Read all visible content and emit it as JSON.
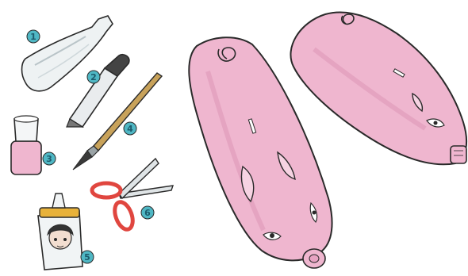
{
  "colors": {
    "pig_pink": "#efb6cf",
    "pig_shadow": "#dd97b8",
    "badge_fill": "#4fb7c4",
    "badge_text": "#1b5a6b",
    "scissor_handle": "#e0463f",
    "marker_cap": "#444444",
    "brush_handle": "#c8a25a",
    "glue_cap": "#e8b23a",
    "outline": "#2a2a2a"
  },
  "steps": [
    {
      "number": "1",
      "icon": "plastic-bottle-icon"
    },
    {
      "number": "2",
      "icon": "marker-pen-icon"
    },
    {
      "number": "3",
      "icon": "pink-paint-icon"
    },
    {
      "number": "4",
      "icon": "paintbrush-icon"
    },
    {
      "number": "5",
      "icon": "glue-tube-icon"
    },
    {
      "number": "6",
      "icon": "scissors-icon"
    }
  ],
  "figures": [
    {
      "name": "bottle-pig-front-view"
    },
    {
      "name": "bottle-pig-side-view"
    }
  ]
}
